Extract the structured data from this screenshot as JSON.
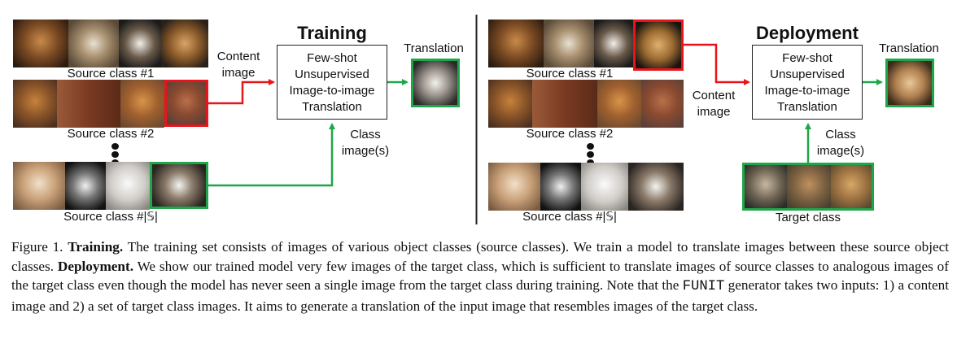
{
  "training": {
    "title": "Training",
    "source_class_1": "Source class #1",
    "source_class_2": "Source class #2",
    "source_class_n": "Source class #|𝕊|",
    "content_image_line1": "Content",
    "content_image_line2": "image",
    "class_images_line1": "Class",
    "class_images_line2": "image(s)",
    "translation": "Translation",
    "box_lines": [
      "Few-shot",
      "Unsupervised",
      "Image-to-image",
      "Translation"
    ]
  },
  "deployment": {
    "title": "Deployment",
    "source_class_1": "Source class #1",
    "source_class_2": "Source class #2",
    "source_class_n": "Source class #|𝕊|",
    "content_image_line1": "Content",
    "content_image_line2": "image",
    "class_images_line1": "Class",
    "class_images_line2": "image(s)",
    "translation": "Translation",
    "target_class": "Target class",
    "box_lines": [
      "Few-shot",
      "Unsupervised",
      "Image-to-image",
      "Translation"
    ]
  },
  "colors": {
    "content_arrow": "#e8141b",
    "class_arrow": "#1fa64a",
    "divider": "#222222"
  },
  "caption": {
    "prefix": "Figure 1.",
    "training_bold": "Training.",
    "training_text": "The training set consists of images of various object classes (source classes). We train a model to translate images between these source object classes.",
    "deployment_bold": "Deployment.",
    "deployment_text_1": "We show our trained model very few images of the target class, which is sufficient to translate images of source classes to analogous images of the target class even though the model has never seen a single image from the target class during training. Note that the",
    "model_name": "FUNIT",
    "deployment_text_2": "generator takes two inputs: 1) a content image and 2) a set of target class images. It aims to generate a translation of the input image that resembles images of the target class."
  }
}
